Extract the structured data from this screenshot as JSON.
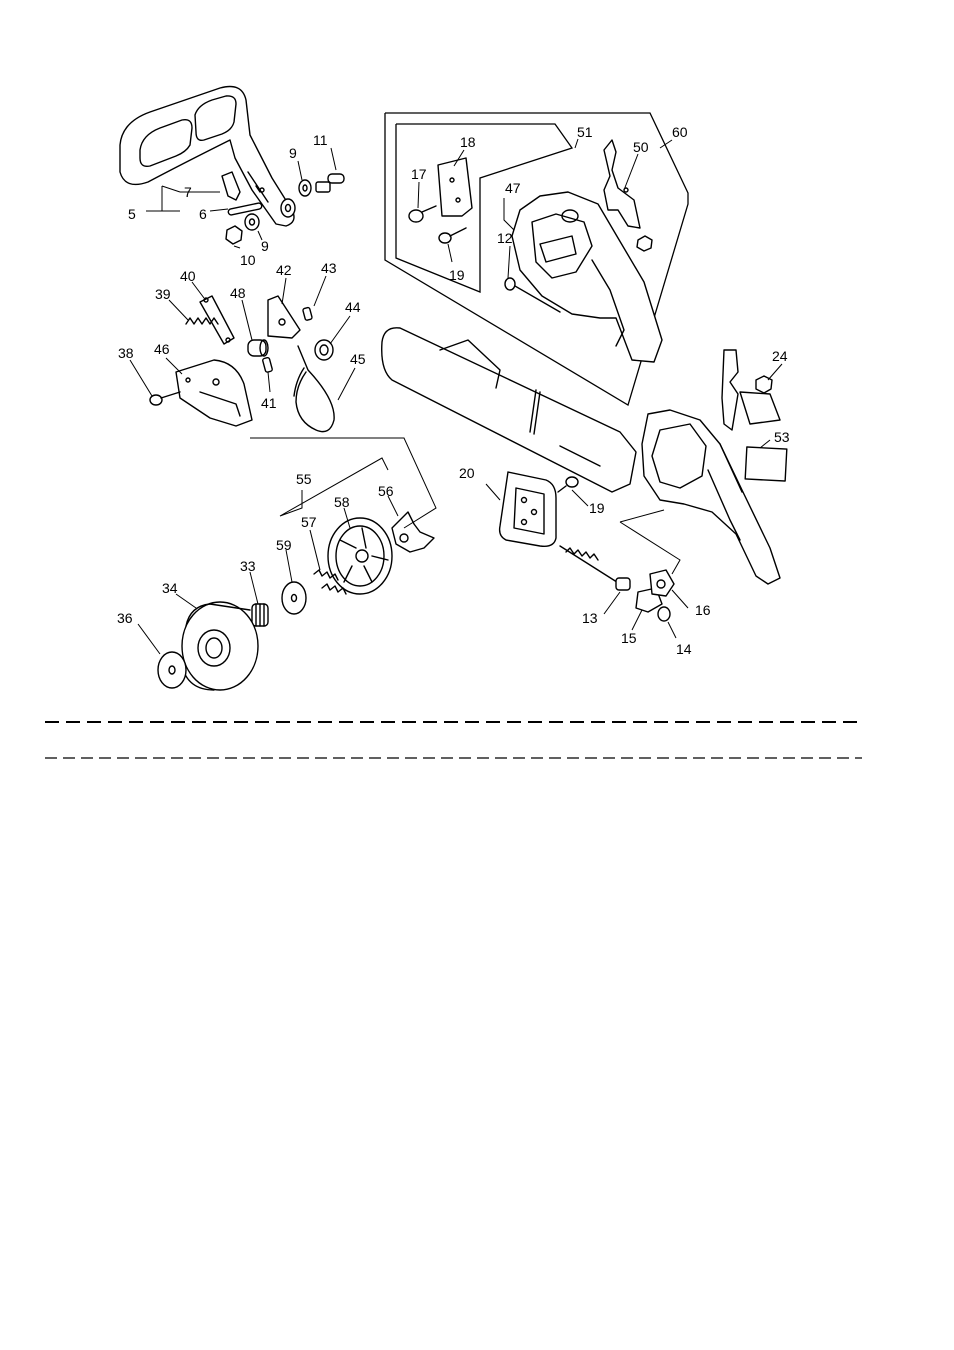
{
  "callouts": [
    {
      "id": "c11",
      "text": "11"
    },
    {
      "id": "c9a",
      "text": "9"
    },
    {
      "id": "c7",
      "text": "7"
    },
    {
      "id": "c5",
      "text": "5"
    },
    {
      "id": "c6",
      "text": "6"
    },
    {
      "id": "c9b",
      "text": "9"
    },
    {
      "id": "c10",
      "text": "10"
    },
    {
      "id": "c18",
      "text": "18"
    },
    {
      "id": "c51",
      "text": "51"
    },
    {
      "id": "c60",
      "text": "60"
    },
    {
      "id": "c50",
      "text": "50"
    },
    {
      "id": "c17",
      "text": "17"
    },
    {
      "id": "c47",
      "text": "47"
    },
    {
      "id": "c12",
      "text": "12"
    },
    {
      "id": "c19a",
      "text": "19"
    },
    {
      "id": "c40",
      "text": "40"
    },
    {
      "id": "c42",
      "text": "42"
    },
    {
      "id": "c43",
      "text": "43"
    },
    {
      "id": "c39",
      "text": "39"
    },
    {
      "id": "c48",
      "text": "48"
    },
    {
      "id": "c44",
      "text": "44"
    },
    {
      "id": "c38",
      "text": "38"
    },
    {
      "id": "c46",
      "text": "46"
    },
    {
      "id": "c45",
      "text": "45"
    },
    {
      "id": "c41",
      "text": "41"
    },
    {
      "id": "c24",
      "text": "24"
    },
    {
      "id": "c53",
      "text": "53"
    },
    {
      "id": "c55",
      "text": "55"
    },
    {
      "id": "c20",
      "text": "20"
    },
    {
      "id": "c19b",
      "text": "19"
    },
    {
      "id": "c58",
      "text": "58"
    },
    {
      "id": "c56",
      "text": "56"
    },
    {
      "id": "c57",
      "text": "57"
    },
    {
      "id": "c59",
      "text": "59"
    },
    {
      "id": "c33",
      "text": "33"
    },
    {
      "id": "c34",
      "text": "34"
    },
    {
      "id": "c36",
      "text": "36"
    },
    {
      "id": "c13",
      "text": "13"
    },
    {
      "id": "c16",
      "text": "16"
    },
    {
      "id": "c15",
      "text": "15"
    },
    {
      "id": "c14",
      "text": "14"
    }
  ]
}
